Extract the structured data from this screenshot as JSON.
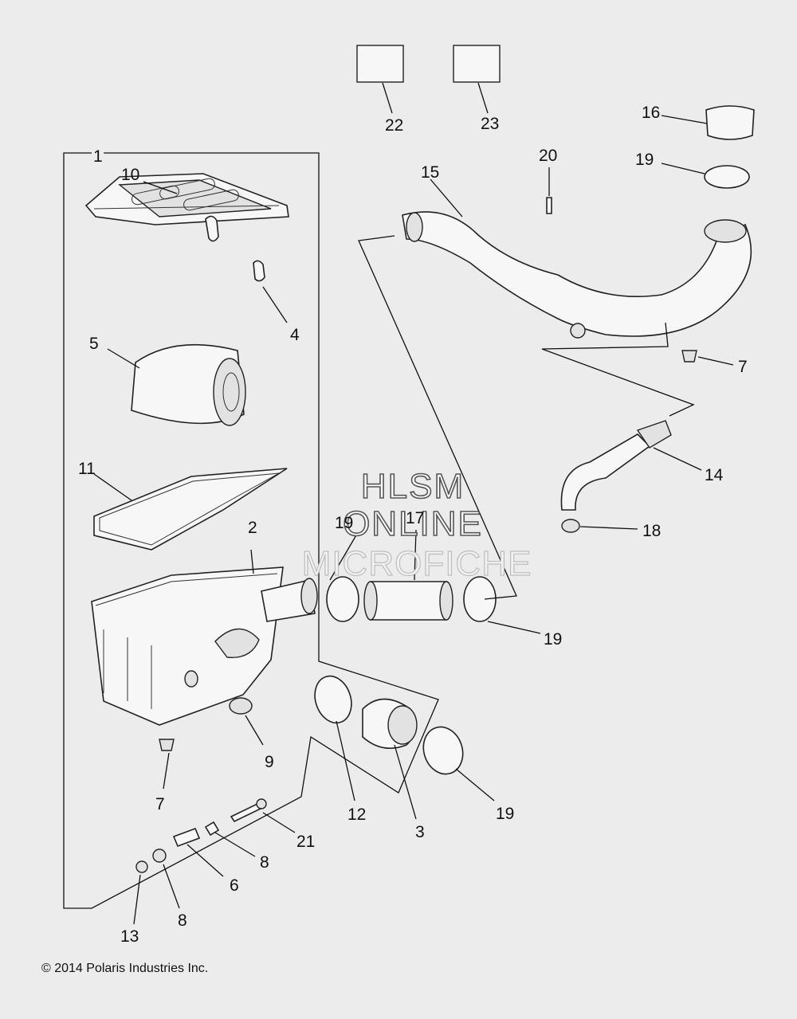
{
  "callouts": {
    "c1": "1",
    "c2": "2",
    "c3": "3",
    "c4": "4",
    "c5": "5",
    "c6": "6",
    "c7a": "7",
    "c7b": "7",
    "c8a": "8",
    "c8b": "8",
    "c9": "9",
    "c10": "10",
    "c11": "11",
    "c12": "12",
    "c13": "13",
    "c14": "14",
    "c15": "15",
    "c16": "16",
    "c17": "17",
    "c18": "18",
    "c19a": "19",
    "c19b": "19",
    "c19c": "19",
    "c19d": "19",
    "c20": "20",
    "c21": "21",
    "c22": "22",
    "c23": "23"
  },
  "watermark": {
    "line1": "HLSM",
    "line2": "ONLINE",
    "line3": "MICROFICHE"
  },
  "footer": {
    "copyright": "© 2014 Polaris Industries Inc."
  }
}
